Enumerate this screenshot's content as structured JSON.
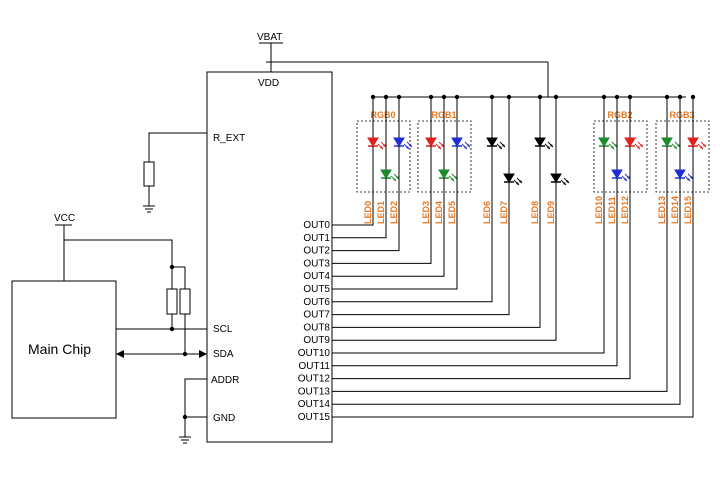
{
  "labels": {
    "vbat": "VBAT",
    "vdd": "VDD",
    "vcc": "VCC",
    "r_ext": "R_EXT",
    "scl": "SCL",
    "sda": "SDA",
    "addr": "ADDR",
    "gnd": "GND",
    "main_chip": "Main Chip"
  },
  "outputs": [
    "OUT0",
    "OUT1",
    "OUT2",
    "OUT3",
    "OUT4",
    "OUT5",
    "OUT6",
    "OUT7",
    "OUT8",
    "OUT9",
    "OUT10",
    "OUT11",
    "OUT12",
    "OUT13",
    "OUT14",
    "OUT15"
  ],
  "led_labels": [
    "LED0",
    "LED1",
    "LED2",
    "LED3",
    "LED4",
    "LED5",
    "LED6",
    "LED7",
    "LED8",
    "LED9",
    "LED10",
    "LED11",
    "LED12",
    "LED13",
    "LED14",
    "LED15"
  ],
  "rgb_groups": [
    "RGB0",
    "RGB1",
    "RGB2",
    "RGB3"
  ],
  "led_colors": {
    "red": "#e0201b",
    "blue": "#1f2fd6",
    "green": "#1a8a2a",
    "black": "#000000",
    "label_orange": "#e87722"
  }
}
